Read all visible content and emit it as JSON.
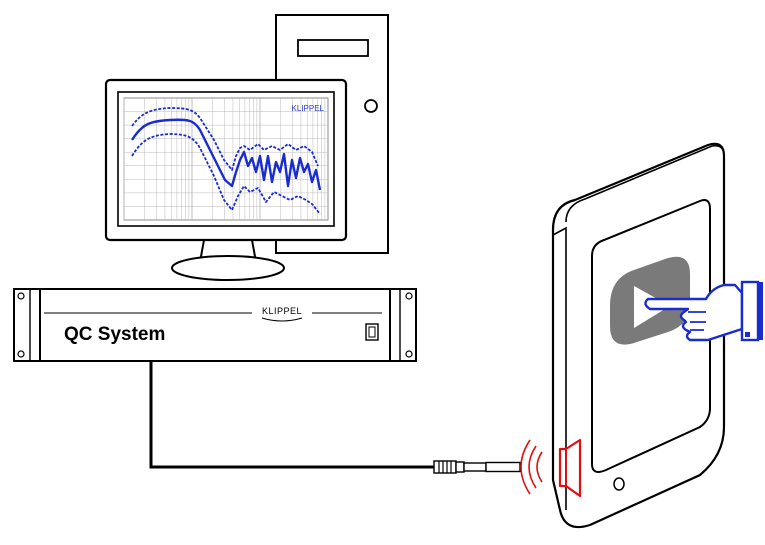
{
  "monitor": {
    "brand_label": "KLIPPEL",
    "brand_color": "#2a3bd6",
    "curve_color": "#1a2bd0"
  },
  "qc_system": {
    "name": "QC System",
    "brand_label": "KLIPPEL"
  },
  "tablet": {
    "play_icon": "play-icon",
    "hand_icon": "pointing-hand-icon",
    "speaker_icon": "speaker-icon",
    "speaker_color": "#e01010",
    "hand_color": "#1a2bd0"
  },
  "microphone": {
    "icon": "microphone-icon"
  }
}
